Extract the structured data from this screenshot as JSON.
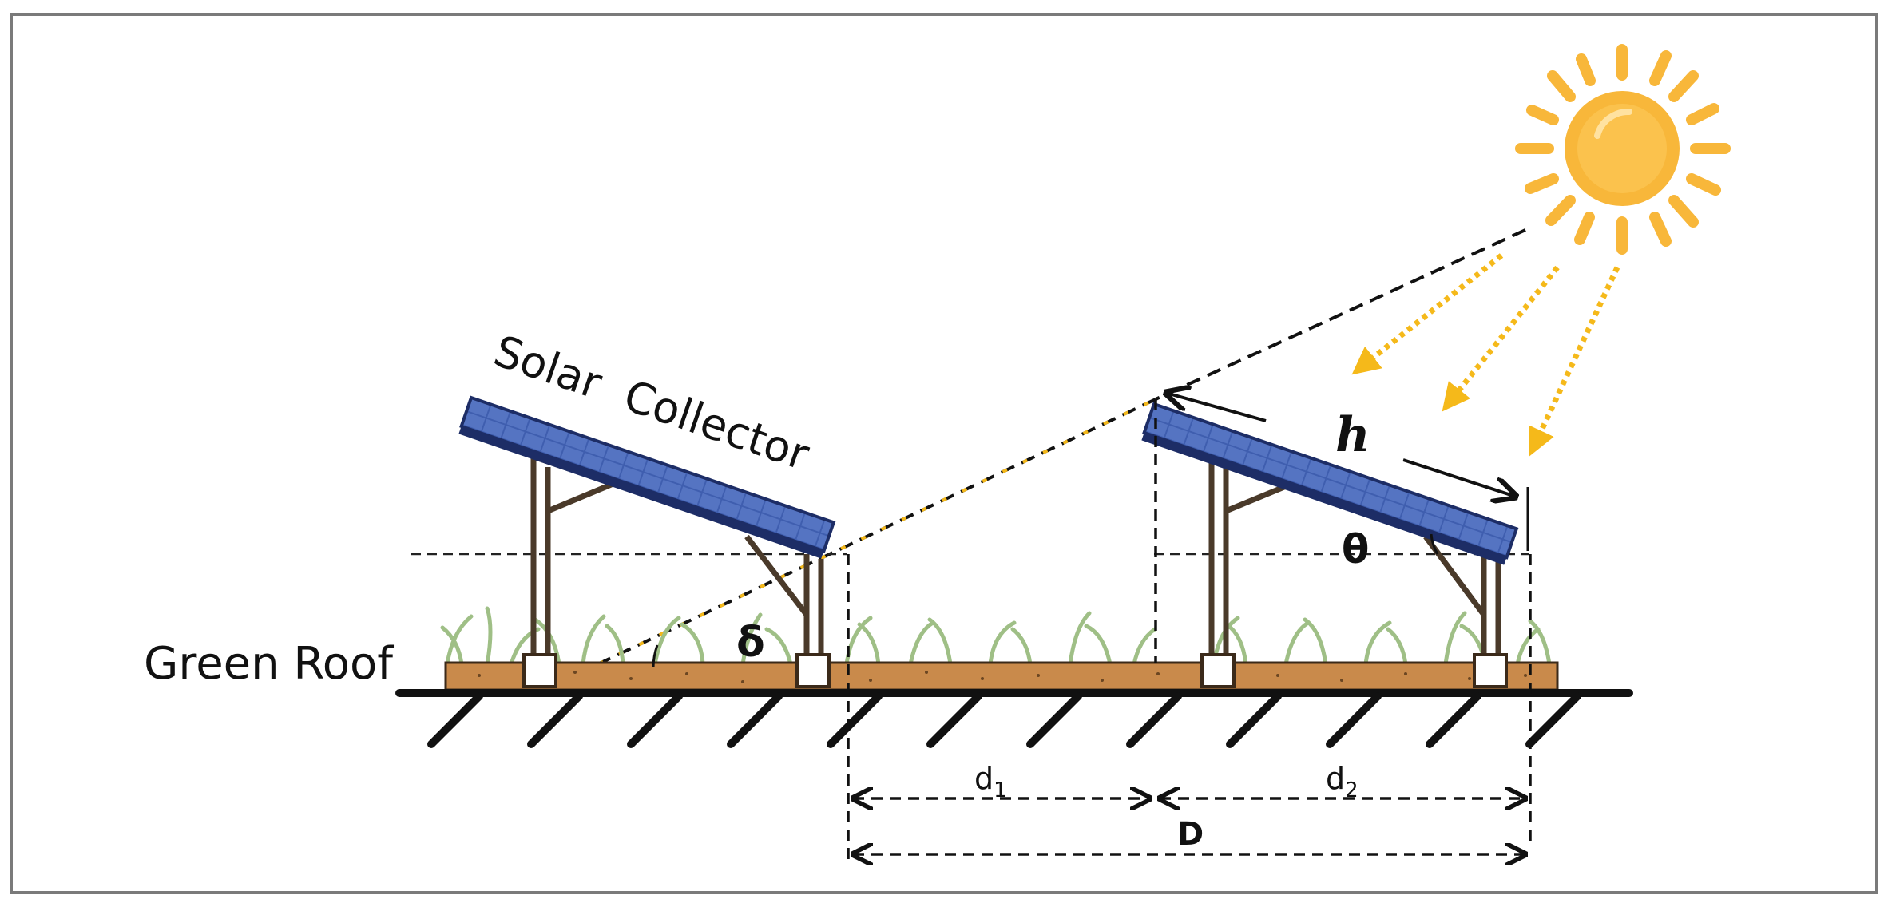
{
  "labels": {
    "solar_collector": "Solar  Collector",
    "green_roof": "Green Roof",
    "h": "h",
    "theta": "θ",
    "delta": "δ",
    "d1_main": "d",
    "d1_sub": "1",
    "d2_main": "d",
    "d2_sub": "2",
    "D": "D"
  },
  "colors": {
    "frame_border": "#7a7a7a",
    "panel_blue": "#3b5aa8",
    "panel_dark": "#1d2d66",
    "soil": "#c98a4b",
    "grass": "#9fbf86",
    "sun": "#f8b73a",
    "ray": "#f5b91a",
    "structure": "#4a3a2a"
  },
  "icons": {
    "sun": "sun-icon"
  }
}
